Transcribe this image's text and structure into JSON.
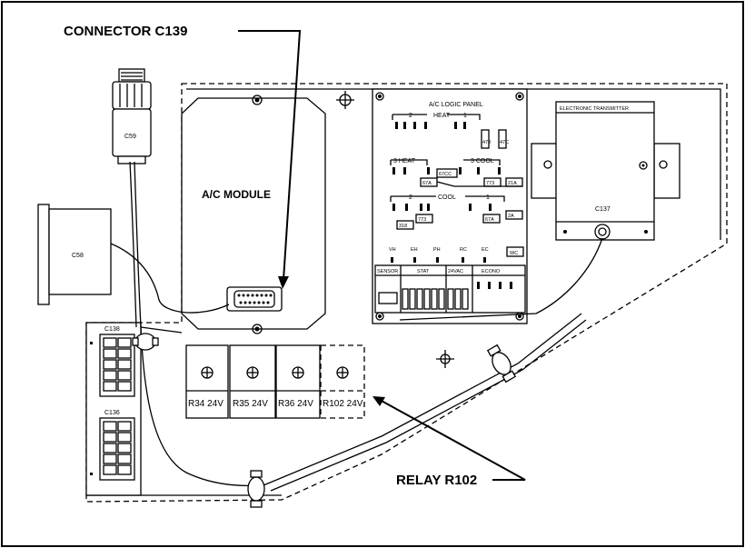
{
  "callouts": {
    "connector_c139": "CONNECTOR C139",
    "relay_r102": "RELAY R102"
  },
  "components": {
    "ac_module": "A/C MODULE",
    "c59": "C59",
    "c58": "C58",
    "c137": "C137",
    "c138": "C138",
    "c136": "C136",
    "electronic_transmitter": "ELECTRONIC TRANSMITTER",
    "ac_logic_panel": "A/C LOGIC PANEL"
  },
  "relays": [
    {
      "label": "R34 24V"
    },
    {
      "label": "R35 24V"
    },
    {
      "label": "R36 24V"
    },
    {
      "label": "R102 24V"
    }
  ],
  "logic_panel": {
    "heat_2": "2",
    "heat_label": "HEAT",
    "heat_1": "1",
    "heat3": "3  HEAT",
    "cool3": "3  COOL",
    "cool_2": "2",
    "cool_label": "COOL",
    "cool_1": "1",
    "terminals": [
      "VH",
      "EH",
      "PH",
      "RC",
      "EC",
      "WC"
    ],
    "sections": [
      "SENSOR",
      "STAT",
      "24VAC",
      "ECONO"
    ],
    "wire_tags": [
      "470",
      "47C",
      "67CC",
      "67A",
      "773",
      "21A",
      "318",
      "773",
      "67A",
      "2A",
      "WC"
    ]
  },
  "colors": {
    "line": "#000000",
    "background": "#ffffff"
  }
}
